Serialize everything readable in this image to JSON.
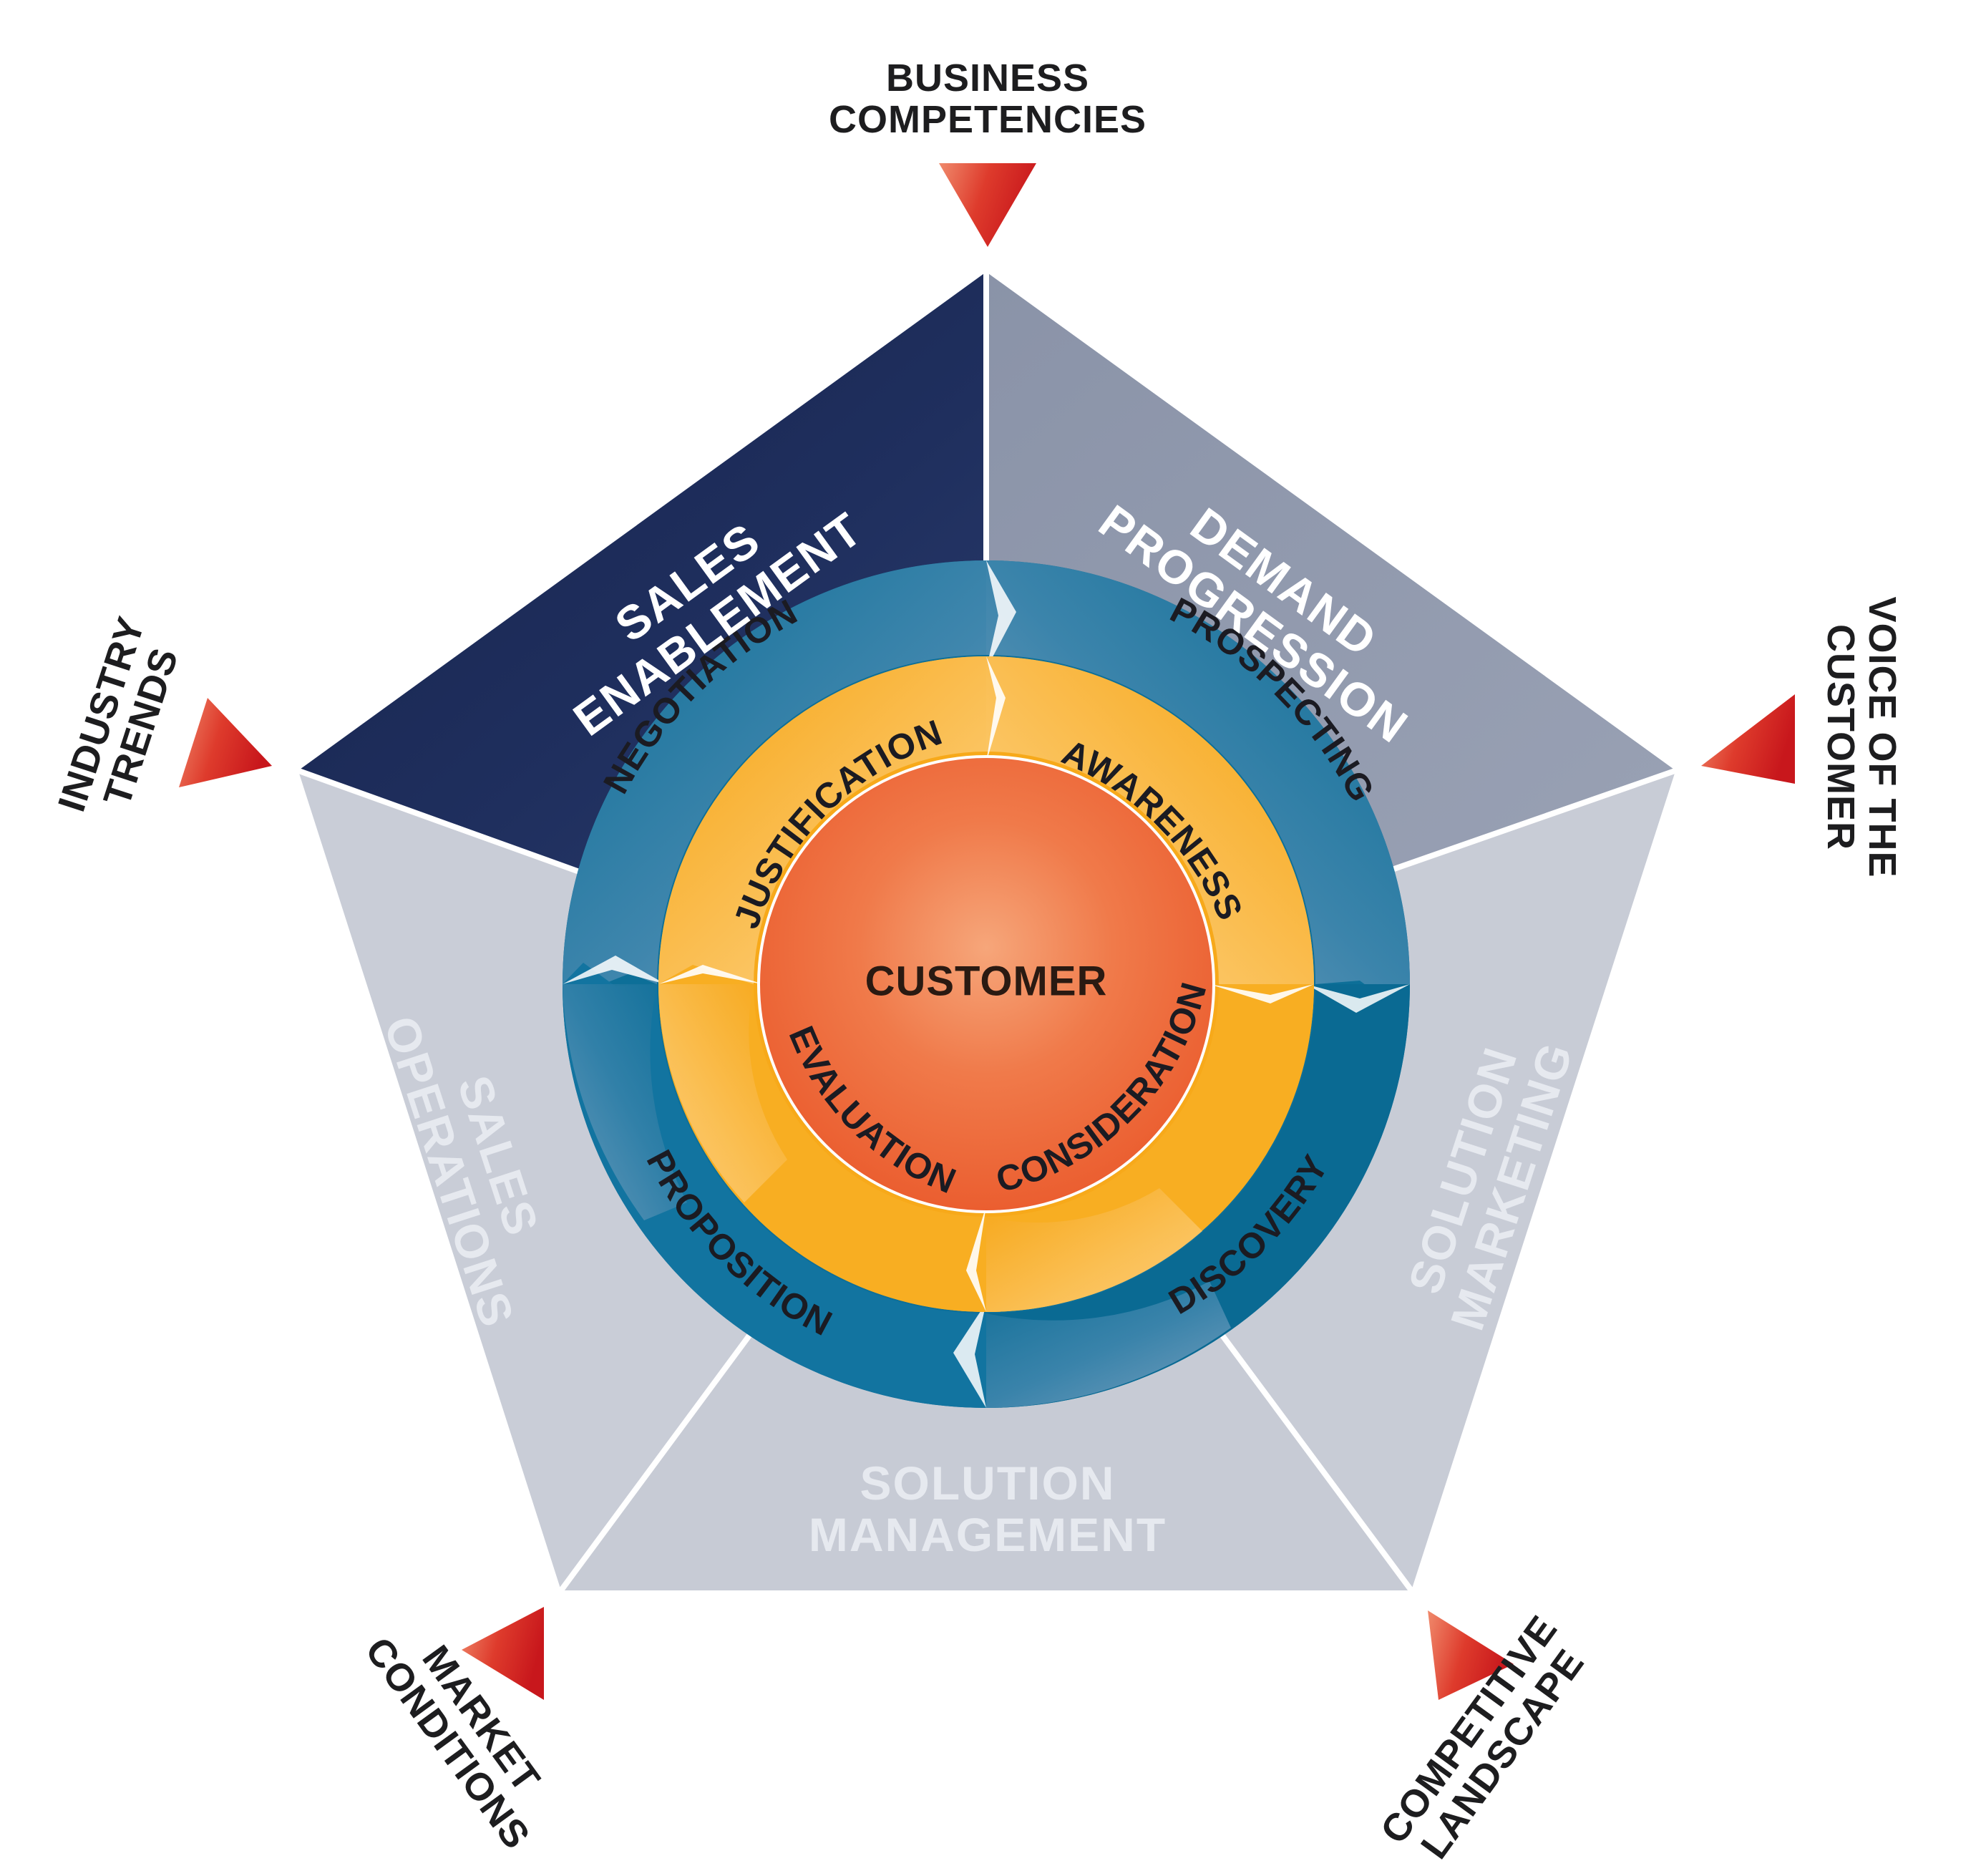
{
  "center": {
    "label": "CUSTOMER"
  },
  "sectors": {
    "sales_enablement": [
      "SALES",
      "ENABLEMENT"
    ],
    "demand_progression": [
      "DEMAND",
      "PROGRESSION"
    ],
    "solution_marketing": [
      "SOLUTION",
      "MARKETING"
    ],
    "solution_management": [
      "SOLUTION",
      "MANAGEMENT"
    ],
    "sales_operations": [
      "SALES",
      "OPERATIONS"
    ]
  },
  "outer_ring": {
    "prospecting": "PROSPECTING",
    "discovery": "DISCOVERY",
    "proposition": "PROPOSITION",
    "negotiation": "NEGOTIATION"
  },
  "inner_ring": {
    "awareness": "AWARENESS",
    "consideration": "CONSIDERATION",
    "evaluation": "EVALUATION",
    "justification": "JUSTIFICATION"
  },
  "external_forces": {
    "business_competencies": [
      "BUSINESS",
      "COMPETENCIES"
    ],
    "voice_of_customer": [
      "VOICE OF THE",
      "CUSTOMER"
    ],
    "competitive_landscape": [
      "COMPETITIVE",
      "LANDSCAPE"
    ],
    "market_conditions": [
      "MARKET",
      "CONDITIONS"
    ],
    "industry_trends": [
      "INDUSTRY",
      "TRENDS"
    ]
  },
  "colors": {
    "sales_enablement": "#1c2b55",
    "demand_progression": "#9098ab",
    "pale_sector": "#c6cad3",
    "outer_ring": "#17739a",
    "inner_ring": "#f8ac1e",
    "core": "#ee6a3b",
    "triangle": "#d82a24"
  }
}
